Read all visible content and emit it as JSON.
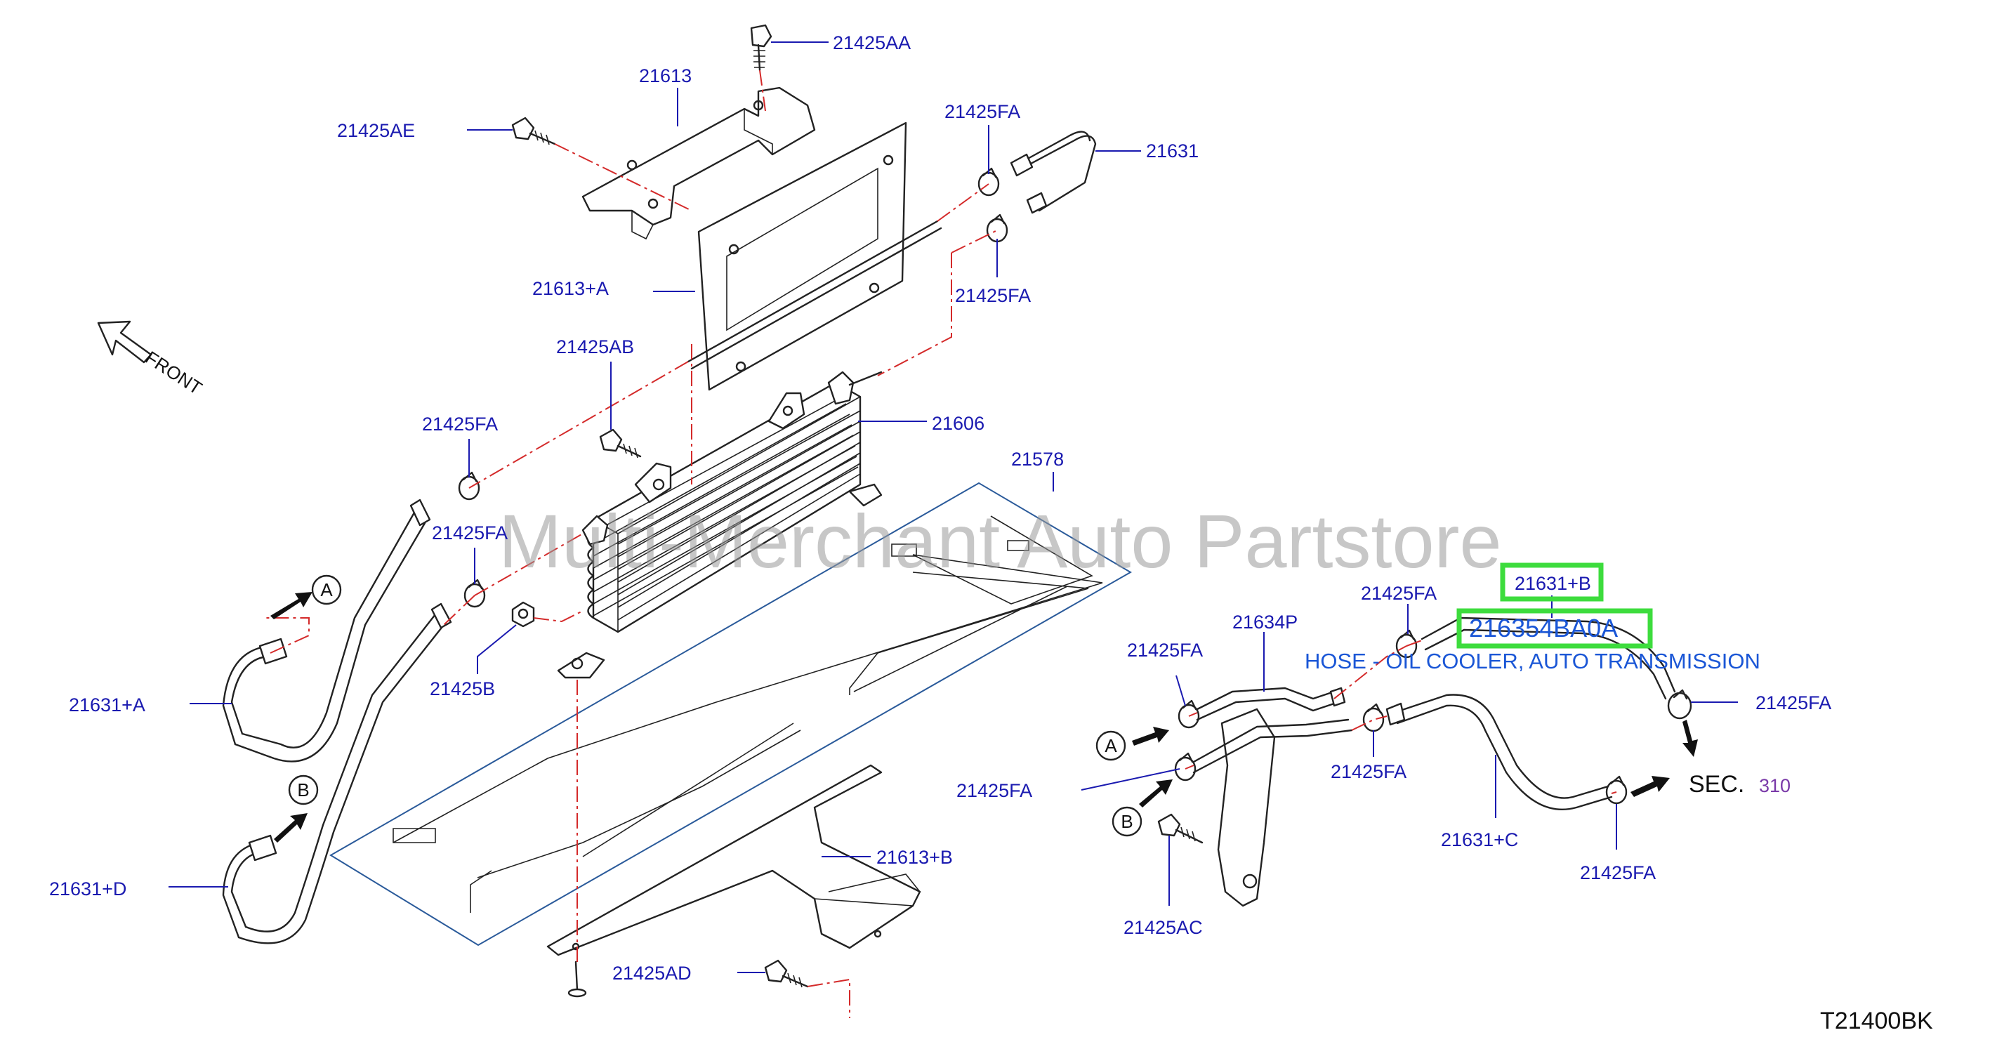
{
  "diagram": {
    "labels": {
      "p21425AA": "21425AA",
      "p21613": "21613",
      "p21425AE": "21425AE",
      "p21425FA_top": "21425FA",
      "p21631": "21631",
      "p21613A": "21613+A",
      "p21425FA_top2": "21425FA",
      "p21425AB": "21425AB",
      "p21425FA_left1": "21425FA",
      "p21606": "21606",
      "p21578": "21578",
      "p21425FA_left2": "21425FA",
      "p21425B": "21425B",
      "p21631A": "21631+A",
      "p21631D": "21631+D",
      "p21613B": "21613+B",
      "p21425AD": "21425AD",
      "p21631B": "21631+B",
      "p21634P": "21634P",
      "p21425FA_r1": "21425FA",
      "p21425FA_r2": "21425FA",
      "p21425FA_r3": "21425FA",
      "p21425FA_r4": "21425FA",
      "p21425FA_r5": "21425FA",
      "p21425FA_r6": "21425FA",
      "p21631C": "21631+C",
      "p21425AC": "21425AC"
    },
    "front": "FRONT",
    "circle_a": "A",
    "circle_b": "B",
    "sec_prefix": "SEC.",
    "sec_number": "310",
    "diagram_code": "T21400BK"
  },
  "highlight": {
    "part_number": "216354BA0A",
    "description": "HOSE - OIL COOLER, AUTO TRANSMISSION"
  },
  "watermark": "Multi-Merchant Auto Partstore",
  "colors": {
    "label": "#1a1ab0",
    "center_line": "#d42a2a",
    "highlight_border": "#3ddc3d",
    "highlight_text": "#1a56d6",
    "plate_outline": "#2a5a9a"
  }
}
